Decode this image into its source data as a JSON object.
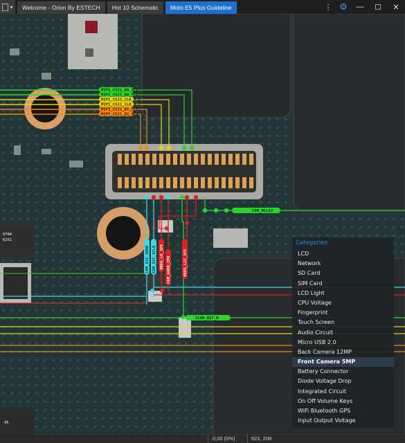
{
  "tabs": [
    {
      "label": "Welcome - Orion By ESTECH",
      "active": false
    },
    {
      "label": "Hot 10 Schematic",
      "active": false
    },
    {
      "label": "Moto E5 Plus Guideline",
      "active": true
    }
  ],
  "window_controls": {
    "more": "⋮",
    "minimize": "—",
    "maximize": "☐",
    "close": "✕"
  },
  "board_labels": {
    "sig1": "MIPI_CSI1_D0_N_C",
    "sig2": "MIPI_CSI1_D0_P_C",
    "sig3": "MIPI_CSI1_CLK_P_C",
    "sig4": "MIPI_CSI1_CLK_N_C",
    "sig5": "MIPI_CSI1_D1_P_C",
    "sig6": "MIPI_CSI1_D1_N_C",
    "mclk": "CAM_MCLK2",
    "sda": "CAM_I2C_SDA0",
    "scl": "CAM_I2C_SCL0",
    "vio": "VREG_L6_1P8",
    "avdd": "CAM_AVDD_2P8",
    "dvdd": "VREG_L22_1P2",
    "rst": "SCAM_RST_N"
  },
  "categories": {
    "title": "Categories",
    "items": [
      "LCD",
      "Network",
      "SD Card",
      "SIM Card",
      "LCD Light",
      "CPU Voltage",
      "Fingerprint",
      "Touch Screen",
      "Audio Circuit",
      "Micro USB 2.0",
      "Back Camera 12MP",
      "Front Camera 5MP",
      "Battery Connector",
      "Diode Voltage Drop",
      "Integrated Circuit",
      "On Off Volume Keys",
      "WiFi Bluetooth GPS",
      "Input Output Voltage"
    ],
    "selected": "Front Camera 5MP"
  },
  "status": {
    "zoom": "0,00 (0%)",
    "coords": "922, 208"
  },
  "colors": {
    "accent": "#1f6fd1",
    "board": "#203334",
    "trace_green": "#2fd12f",
    "trace_yellow": "#e7d21a",
    "trace_orange": "#f08a12",
    "trace_red": "#e01f1f",
    "trace_cyan": "#3fd8e0"
  }
}
